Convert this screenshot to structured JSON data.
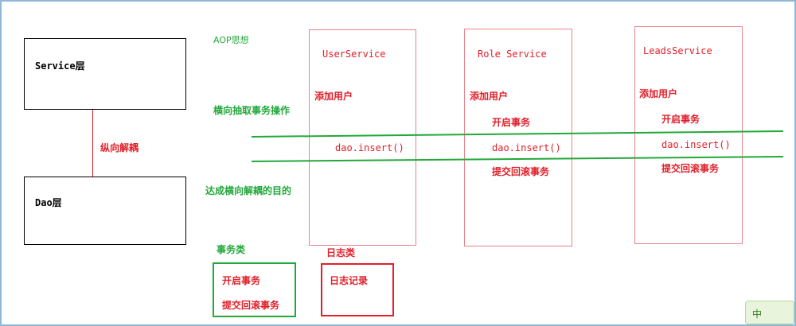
{
  "layers": {
    "service_label": "Service层",
    "dao_label": "Dao层",
    "vertical_decoupling_label": "纵向解耦"
  },
  "aop": {
    "title": "AOP思想",
    "extract_label": "横向抽取事务操作",
    "goal_label": "达成横向解耦的目的"
  },
  "services": [
    {
      "name": "UserService",
      "add_user": "添加用户",
      "dao_call": "dao.insert()"
    },
    {
      "name": "Role Service",
      "add_user": "添加用户",
      "begin_tx": "开启事务",
      "dao_call": "dao.insert()",
      "commit_tx": "提交回滚事务"
    },
    {
      "name": "LeadsService",
      "add_user": "添加用户",
      "begin_tx": "开启事务",
      "dao_call": "dao.insert()",
      "commit_tx": "提交回滚事务"
    }
  ],
  "tx_class": {
    "title": "事务类",
    "begin": "开启事务",
    "commit": "提交回滚事务"
  },
  "log_class": {
    "title": "日志类",
    "record": "日志记录"
  },
  "ime_indicator": "中",
  "colors": {
    "black": "#000000",
    "red": "#e0202a",
    "box_red": "#e8848a",
    "green": "#22a83a",
    "frame": "#8fb7d8"
  }
}
